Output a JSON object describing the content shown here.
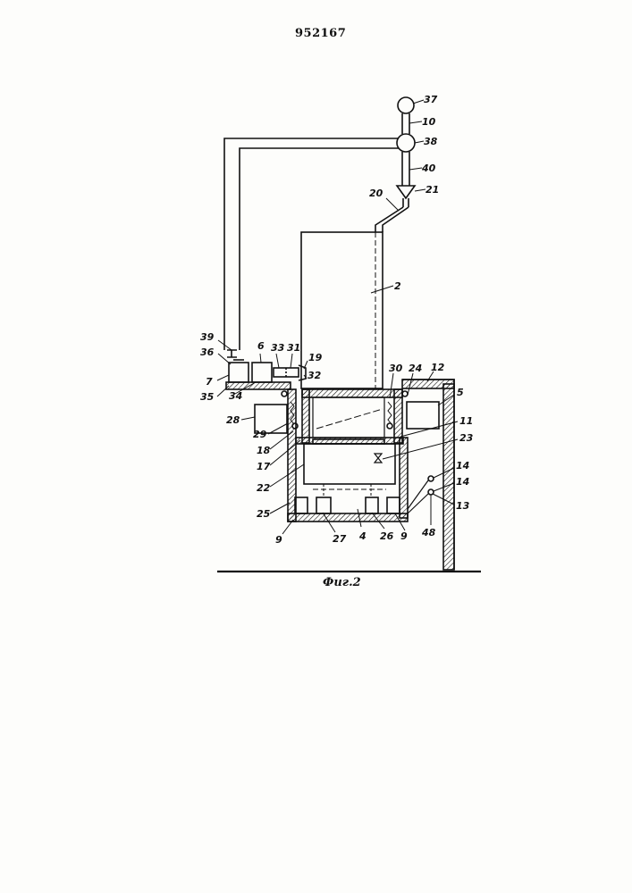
{
  "header": {
    "doc_number": "952167"
  },
  "caption": "Фиг.2",
  "labels": {
    "l37": "37",
    "l10": "10",
    "l38": "38",
    "l40": "40",
    "l20": "20",
    "l21": "21",
    "l2": "2",
    "l39": "39",
    "l36": "36",
    "l6": "6",
    "l33": "33",
    "l31": "31",
    "l19": "19",
    "l32": "32",
    "l7": "7",
    "l35": "35",
    "l34": "34",
    "l30": "30",
    "l24": "24",
    "l12": "12",
    "l5": "5",
    "l28": "28",
    "l11": "11",
    "l29": "29",
    "l23": "23",
    "l18": "18",
    "l17": "17",
    "l22": "22",
    "l14a": "14",
    "l14b": "14",
    "l13": "13",
    "l25": "25",
    "l48": "48",
    "l9a": "9",
    "l27": "27",
    "l4": "4",
    "l26": "26",
    "l9b": "9"
  }
}
